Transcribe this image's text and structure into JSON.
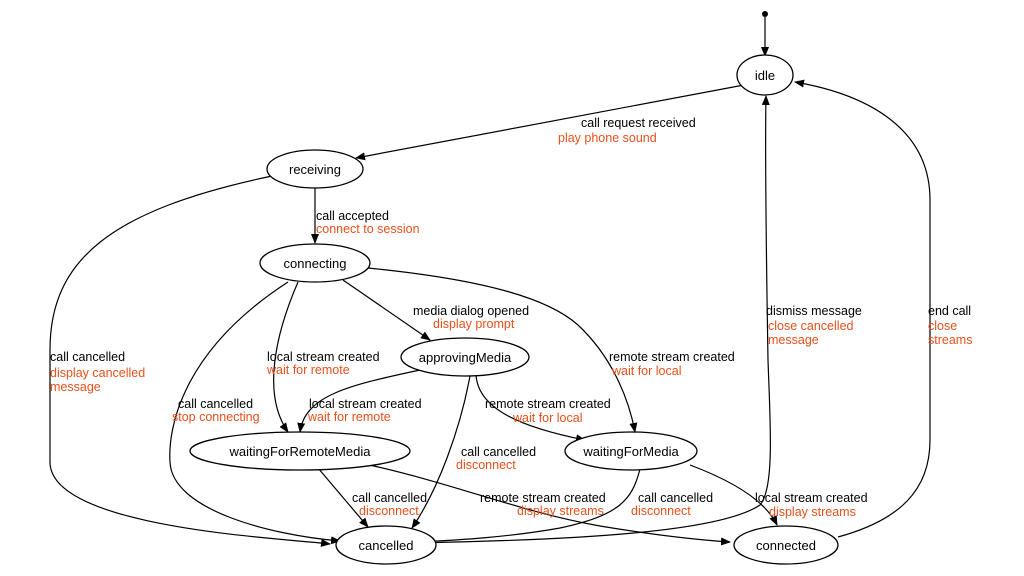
{
  "colors": {
    "edge": "#000000",
    "event_text": "#000000",
    "action_text": "#e8501c"
  },
  "nodes": {
    "idle": "idle",
    "receiving": "receiving",
    "connecting": "connecting",
    "approvingMedia": "approvingMedia",
    "waitingForRemoteMedia": "waitingForRemoteMedia",
    "waitingForMedia": "waitingForMedia",
    "cancelled": "cancelled",
    "connected": "connected"
  },
  "edges": {
    "idle_receiving": {
      "event": "call request received",
      "action": "play phone sound"
    },
    "receiving_connecting": {
      "event": "call accepted",
      "action": "connect to session"
    },
    "receiving_cancelled": {
      "event": "call cancelled",
      "action_line1": "display cancelled",
      "action_line2": "message"
    },
    "connecting_approving": {
      "event": "media dialog opened",
      "action": "display prompt"
    },
    "connecting_waitingRemote": {
      "event": "local stream created",
      "action": "wait for remote"
    },
    "connecting_cancelled": {
      "event": "call cancelled",
      "action": "stop connecting"
    },
    "connecting_waitingMedia": {
      "event": "remote stream created",
      "action": "wait for local"
    },
    "approving_waitingRemote": {
      "event": "local stream created",
      "action": "wait for remote"
    },
    "approving_waitingMedia": {
      "event": "remote stream created",
      "action": "wait for local"
    },
    "approving_cancelled": {
      "event": "call cancelled",
      "action": "disconnect"
    },
    "waitingRemote_cancelled": {
      "event": "call cancelled",
      "action": "disconnect"
    },
    "waitingRemote_connected": {
      "event": "remote stream created",
      "action": "display streams"
    },
    "waitingMedia_cancelled": {
      "event": "call cancelled",
      "action": "disconnect"
    },
    "waitingMedia_connected": {
      "event": "local stream created",
      "action": "display streams"
    },
    "cancelled_idle": {
      "event": "dismiss message",
      "action_line1": "close cancelled",
      "action_line2": "message"
    },
    "connected_idle": {
      "event": "end call",
      "action_line1": "close",
      "action_line2": "streams"
    }
  }
}
